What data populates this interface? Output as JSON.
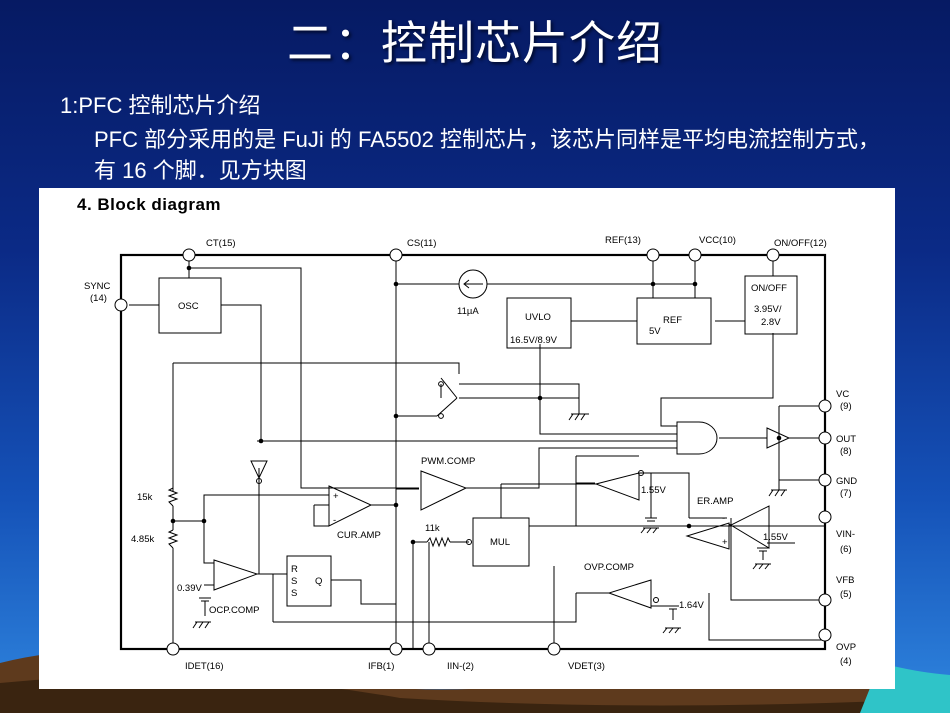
{
  "slide": {
    "title": "二：控制芯片介绍",
    "subtitle": "1:PFC 控制芯片介绍",
    "body": "PFC 部分采用的是 FuJi 的 FA5502 控制芯片，该芯片同样是平均电流控制方式，有 16 个脚．见方块图"
  },
  "diagram": {
    "heading": "4. Block diagram",
    "pins": {
      "ct": "CT(15)",
      "cs": "CS(11)",
      "ref": "REF(13)",
      "vcc": "VCC(10)",
      "onoff": "ON/OFF(12)",
      "sync_1": "SYNC",
      "sync_2": "(14)",
      "vc_1": "VC",
      "vc_2": "(9)",
      "out_1": "OUT",
      "out_2": "(8)",
      "gnd_1": "GND",
      "gnd_2": "(7)",
      "vin_1": "VIN-",
      "vin_2": "(6)",
      "vfb_1": "VFB",
      "vfb_2": "(5)",
      "ovp_1": "OVP",
      "ovp_2": "(4)",
      "idet": "IDET(16)",
      "ifb": "IFB(1)",
      "iin": "IIN-(2)",
      "vdet": "VDET(3)"
    },
    "blocks": {
      "osc": "OSC",
      "uvlo": "UVLO",
      "uvlo_v": "16.5V/8.9V",
      "ref": "REF",
      "ref_v": "5V",
      "onoff": "ON/OFF",
      "onoff_v1": "3.95V/",
      "onoff_v2": "2.8V",
      "mul": "MUL",
      "latch_r": "R",
      "latch_s1": "S",
      "latch_s2": "S",
      "latch_q": "Q"
    },
    "labels": {
      "current_src": "11µA",
      "pwm_comp": "PWM.COMP",
      "cur_amp": "CUR.AMP",
      "er_amp": "ER.AMP",
      "ocp_comp": "OCP.COMP",
      "ovp_comp": "OVP.COMP",
      "r_15k": "15k",
      "r_485k": "4.85k",
      "r_11k": "11k",
      "v_039": "0.39V",
      "v_155a": "1.55V",
      "v_155b": "1.55V",
      "v_164": "1.64V",
      "plus": "+",
      "minus": "-"
    }
  }
}
